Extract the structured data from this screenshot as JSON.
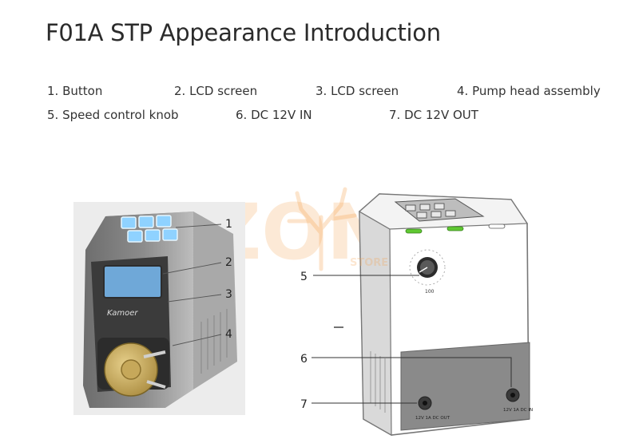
{
  "title": "F01A STP Appearance Introduction",
  "labels": [
    "1. Button",
    "2. LCD screen",
    "3.  LCD screen",
    "4. Pump head assembly",
    "5. Speed control knob",
    "6. DC 12V IN",
    "7. DC 12V OUT"
  ],
  "photo": {
    "brand": "Kamoer",
    "callouts": [
      "1",
      "2",
      "3",
      "4"
    ]
  },
  "drawing": {
    "callouts": [
      "5",
      "6",
      "7"
    ],
    "port_out": "12V 1A DC OUT",
    "port_in": "12V 1A DC IN",
    "knob_scale": "100"
  },
  "watermark": {
    "text": "EZONE",
    "subtext": "STORE"
  },
  "colors": {
    "accent_orange": "#f5a04a",
    "button_blue": "#8fd2ff",
    "lcd_blue": "#6fa8d8",
    "led_green": "#5fc832",
    "panel_grey": "#8a8a8a"
  }
}
